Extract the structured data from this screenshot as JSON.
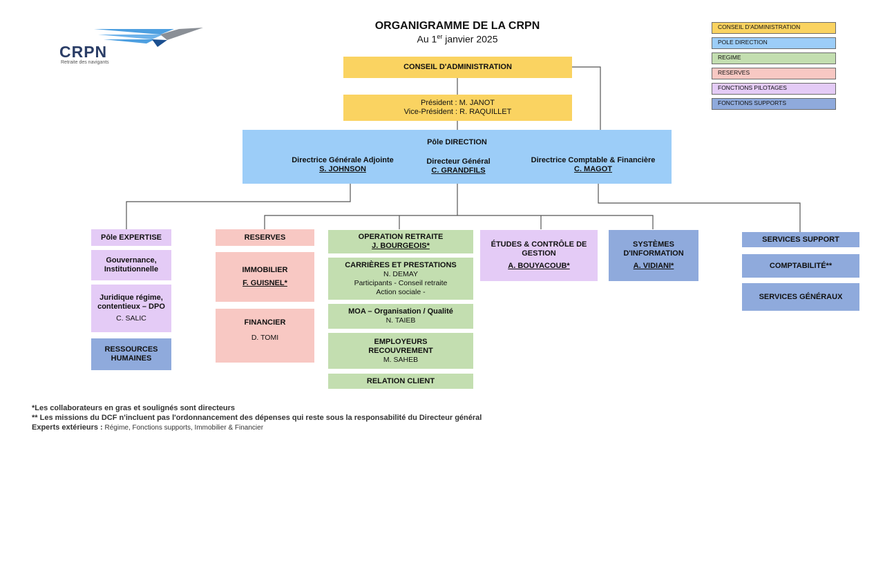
{
  "header": {
    "title": "ORGANIGRAMME DE LA CRPN",
    "subtitle_prefix": "Au 1",
    "subtitle_sup": "er",
    "subtitle_suffix": " janvier 2025"
  },
  "logo": {
    "name": "CRPN",
    "tagline": "Retraite des navigants"
  },
  "legend": [
    {
      "label": "CONSEIL D'ADMINISTRATION",
      "color": "#fad361"
    },
    {
      "label": "POLE DIRECTION",
      "color": "#9ccdf8"
    },
    {
      "label": "REGIME",
      "color": "#c3deb0"
    },
    {
      "label": "RESERVES",
      "color": "#f8c8c3"
    },
    {
      "label": "FONCTIONS PILOTAGES",
      "color": "#e4cbf6"
    },
    {
      "label": "FONCTIONS SUPPORTS",
      "color": "#8faadc"
    }
  ],
  "conseil": {
    "title": "CONSEIL D'ADMINISTRATION",
    "president": "Président : M. JANOT",
    "vice_president": "Vice-Président : R. RAQUILLET"
  },
  "direction": {
    "title": "Pôle DIRECTION",
    "dga_title": "Directrice Générale Adjointe",
    "dga_name": "S. JOHNSON",
    "dg_title": "Directeur Général",
    "dg_name": "C. GRANDFILS",
    "dcf_title": "Directrice Comptable & Financière",
    "dcf_name": "C. MAGOT"
  },
  "expertise": {
    "title": "Pôle EXPERTISE",
    "gouvernance": "Gouvernance, Institutionnelle",
    "juridique": "Juridique régime, contentieux – DPO",
    "juridique_person": "C. SALIC",
    "rh": "RESSOURCES HUMAINES"
  },
  "reserves": {
    "title": "RESERVES",
    "immobilier": "IMMOBILIER",
    "immobilier_person": "F. GUISNEL*",
    "financier": "FINANCIER",
    "financier_person": "D. TOMI"
  },
  "regime": {
    "operation_title": "OPERATION RETRAITE",
    "operation_person": "J. BOURGEOIS*",
    "carrieres_title": "CARRIÈRES ET PRESTATIONS",
    "carrieres_person": "N. DEMAY",
    "carrieres_line1": "Participants - Conseil retraite",
    "carrieres_line2": "Action sociale -",
    "moa_title": "MOA – Organisation / Qualité",
    "moa_person": "N. TAIEB",
    "employeurs_title": "EMPLOYEURS RECOUVREMENT",
    "employeurs_person": "M. SAHEB",
    "relation": "RELATION CLIENT"
  },
  "etudes": {
    "title": "ÉTUDES & CONTRÔLE DE GESTION",
    "person": "A. BOUYACOUB*"
  },
  "si": {
    "title": "SYSTÈMES D'INFORMATION",
    "person": "A. VIDIANI*"
  },
  "support": {
    "title": "SERVICES SUPPORT",
    "comptabilite": "COMPTABILITÉ**",
    "generaux": "SERVICES GÉNÉRAUX"
  },
  "footnotes": {
    "note1": "*Les collaborateurs en gras et soulignés sont directeurs",
    "note2": "** Les missions du DCF n'incluent pas l'ordonnancement des dépenses qui reste sous la responsabilité du Directeur général",
    "note3_bold": "Experts extérieurs :",
    "note3_rest": " Régime, Fonctions supports, Immobilier & Financier"
  }
}
